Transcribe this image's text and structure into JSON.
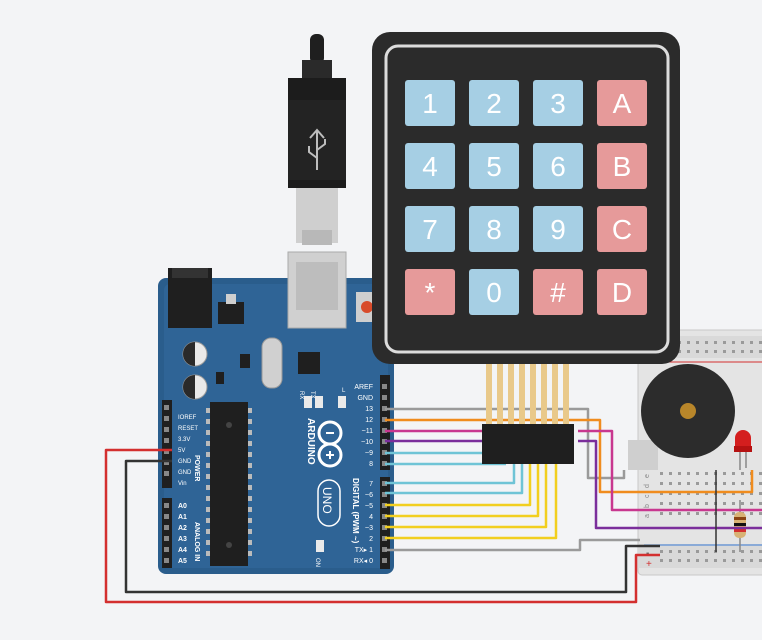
{
  "arduino": {
    "brand": "ARDUINO",
    "model": "UNO",
    "on_label": "ON",
    "power_header": "POWER",
    "analog_header": "ANALOG IN",
    "digital_header": "DIGITAL (PWM ~)",
    "tx_label": "TX",
    "rx_label": "RX",
    "l_label": "L",
    "power_pins": [
      "IOREF",
      "RESET",
      "3.3V",
      "5V",
      "GND",
      "GND",
      "Vin"
    ],
    "analog_pins": [
      "A0",
      "A1",
      "A2",
      "A3",
      "A4",
      "A5"
    ],
    "digital_top": [
      "AREF",
      "GND",
      "13",
      "12",
      "~11",
      "~10",
      "~9",
      "8"
    ],
    "digital_bottom": [
      "7",
      "~6",
      "~5",
      "4",
      "~3",
      "2",
      "TX▸ 1",
      "RX◂ 0"
    ]
  },
  "keypad": {
    "keys": [
      "1",
      "2",
      "3",
      "A",
      "4",
      "5",
      "6",
      "B",
      "7",
      "8",
      "9",
      "C",
      "*",
      "0",
      "#",
      "D"
    ]
  },
  "breadboard": {
    "row_letters": [
      "a",
      "b",
      "c",
      "d",
      "e"
    ],
    "minus_label": "-",
    "plus_label": "+"
  },
  "colors": {
    "board": "#2a5d8c",
    "keypad_body": "#2b2b2b",
    "key_blue": "#a6cfe4",
    "key_red": "#e69a9a",
    "wire_red": "#d32f2f",
    "wire_black": "#333333",
    "wire_orange": "#f08c1e",
    "wire_purple": "#7b2e9b",
    "wire_magenta": "#c8378f",
    "wire_cyan": "#6fc4d6",
    "wire_yellow": "#f2cf1f",
    "wire_gray": "#9a9a9a"
  },
  "icons": [
    "usb-icon",
    "arduino-infinity-icon"
  ]
}
